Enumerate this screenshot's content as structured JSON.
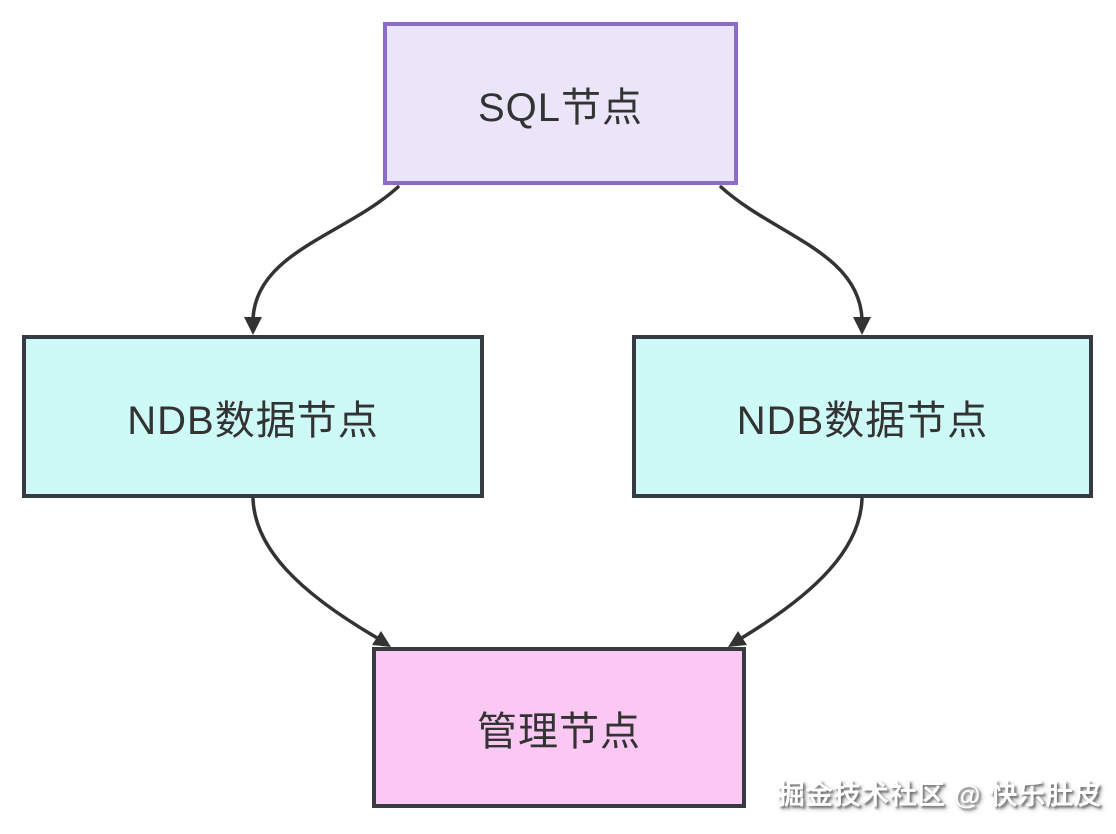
{
  "diagram": {
    "type": "flowchart",
    "background": "#ffffff",
    "arrow_color": "#333333",
    "nodes": [
      {
        "id": "sql-node",
        "label": "SQL节点",
        "fill": "#eae5f9",
        "border_color": "#8b6cc8",
        "text_color": "#333333"
      },
      {
        "id": "ndb-data-node-left",
        "label": "NDB数据节点",
        "fill": "#cdf9f6",
        "border_color": "#363b42",
        "text_color": "#333333"
      },
      {
        "id": "ndb-data-node-right",
        "label": "NDB数据节点",
        "fill": "#cdf9f6",
        "border_color": "#363b42",
        "text_color": "#333333"
      },
      {
        "id": "management-node",
        "label": "管理节点",
        "fill": "#fbc8f3",
        "border_color": "#363b42",
        "text_color": "#333333"
      }
    ],
    "edges": [
      {
        "from": "sql-node",
        "to": "ndb-data-node-left"
      },
      {
        "from": "sql-node",
        "to": "ndb-data-node-right"
      },
      {
        "from": "ndb-data-node-left",
        "to": "management-node"
      },
      {
        "from": "ndb-data-node-right",
        "to": "management-node"
      }
    ]
  },
  "watermark": {
    "text": "掘金技术社区 @ 快乐肚皮",
    "color": "#ffffff"
  }
}
